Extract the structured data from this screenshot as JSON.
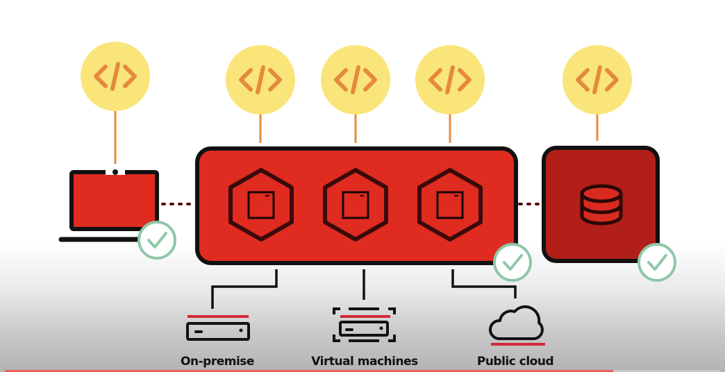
{
  "diagram": {
    "colors": {
      "code_circle": "#fae57a",
      "code_glyph": "#e58a3c",
      "connector_orange": "#e58a3c",
      "red_box": "#df2b20",
      "dark_red_box": "#b11f18",
      "outline": "#111111",
      "dotted_link": "#5a0f12",
      "check_ring": "#8fc7a6",
      "accent_line": "#d22a35"
    },
    "code_icons": [
      {
        "id": "laptop-app",
        "glyph": "</>"
      },
      {
        "id": "container-1-app",
        "glyph": "</>"
      },
      {
        "id": "container-2-app",
        "glyph": "</>"
      },
      {
        "id": "container-3-app",
        "glyph": "</>"
      },
      {
        "id": "database-app",
        "glyph": "</>"
      }
    ],
    "nodes": {
      "laptop": {
        "icon": "laptop-icon",
        "verified": true
      },
      "platform": {
        "icon": "container-platform",
        "containers": 3,
        "verified": true
      },
      "database": {
        "icon": "database-icon",
        "verified": true
      }
    },
    "deployment_targets": [
      {
        "label": "On-premise",
        "icon": "server-icon"
      },
      {
        "label": "Virtual machines",
        "icon": "virtual-server-icon"
      },
      {
        "label": "Public cloud",
        "icon": "cloud-icon"
      }
    ]
  },
  "player": {
    "progress_percent": 85,
    "progress_color": "#e8605e"
  }
}
